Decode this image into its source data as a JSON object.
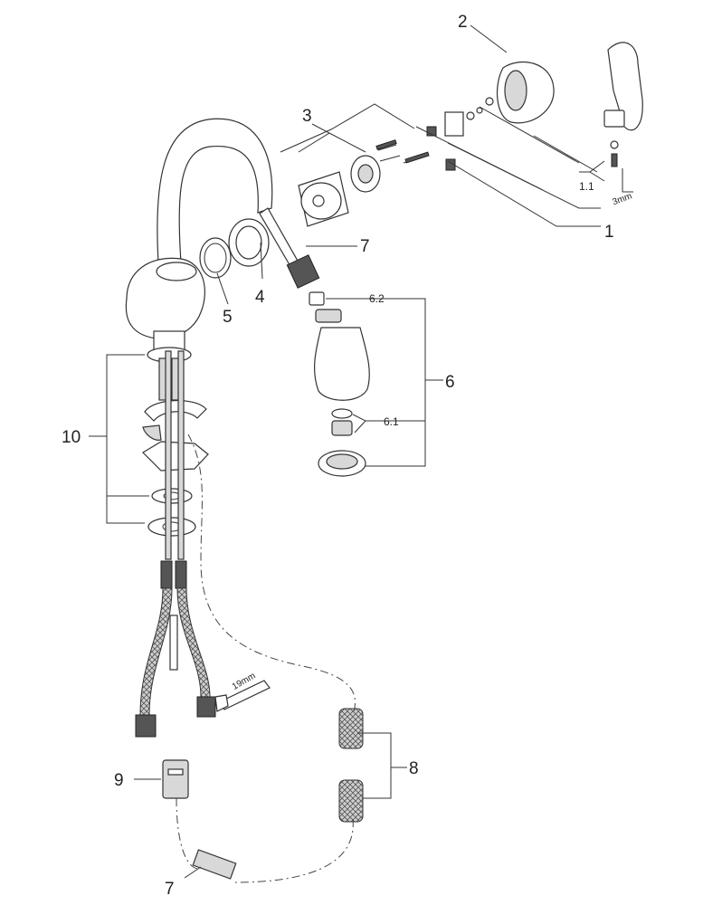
{
  "callouts": {
    "c1": "1",
    "c1_1": "1.1",
    "c2": "2",
    "c3": "3",
    "c4": "4",
    "c5": "5",
    "c6": "6",
    "c6_1": "6.1",
    "c6_2": "6.2",
    "c7_top": "7",
    "c7_bottom": "7",
    "c8": "8",
    "c9": "9",
    "c10": "10"
  },
  "tool_labels": {
    "hex_key": "3mm",
    "wrench": "19mm"
  }
}
